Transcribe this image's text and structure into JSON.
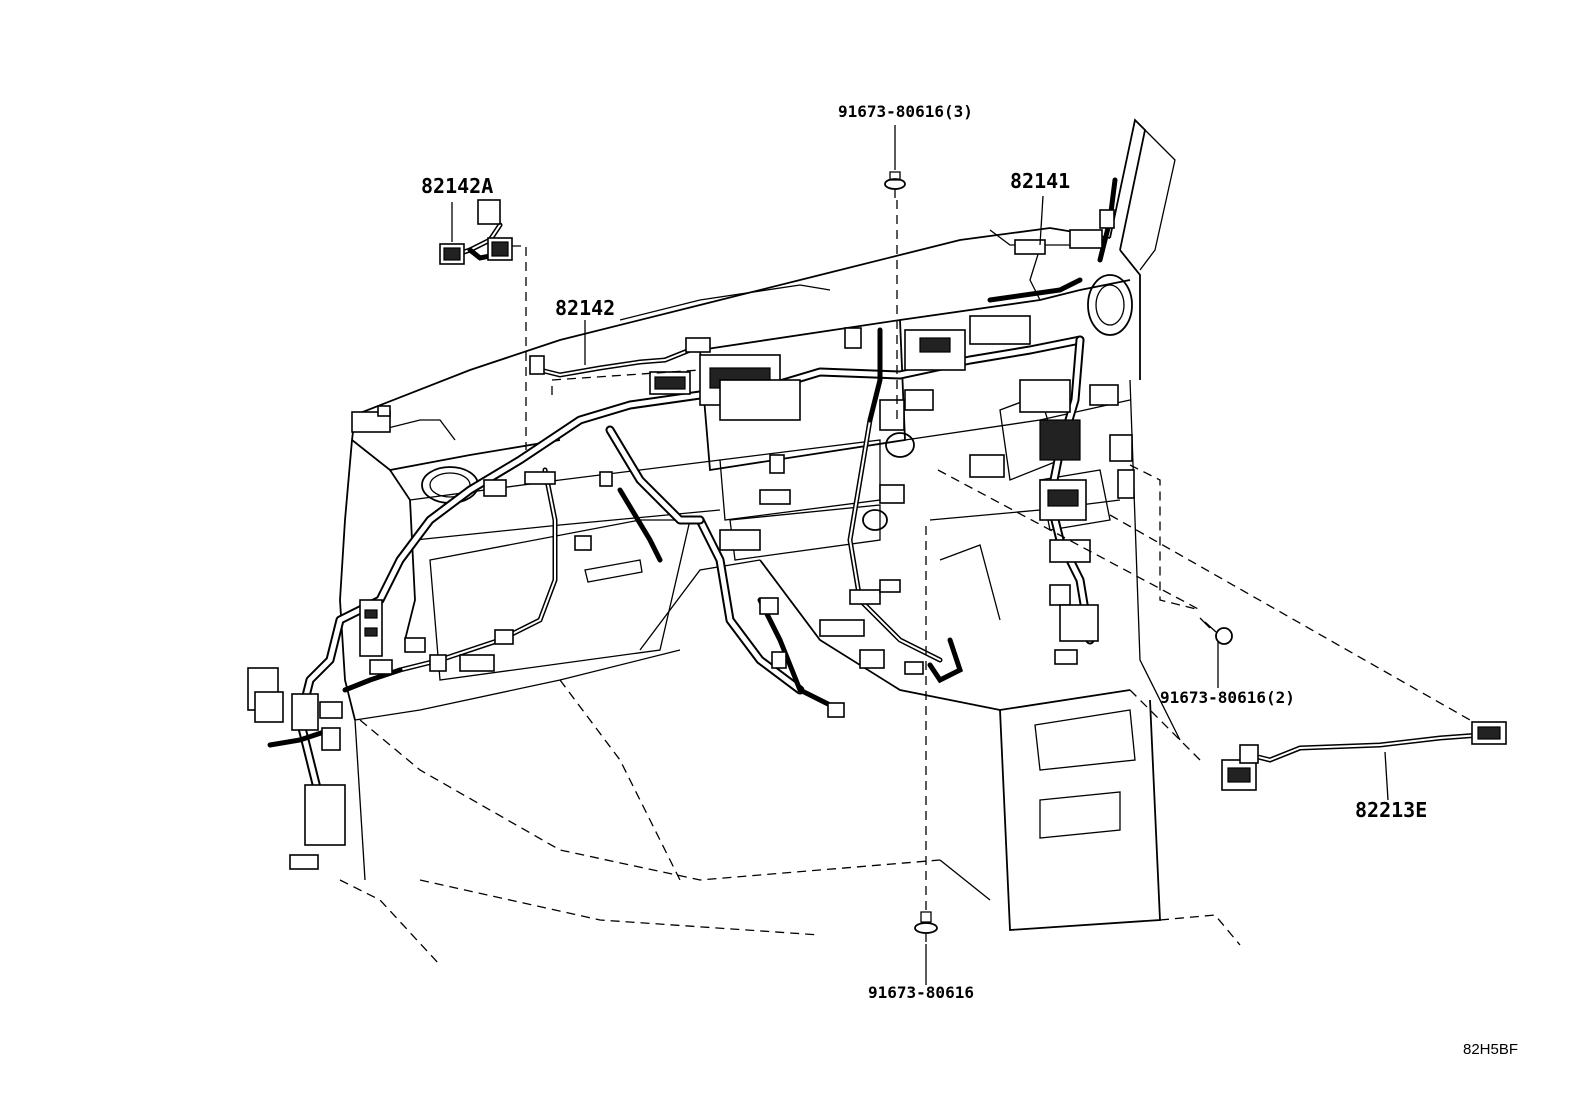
{
  "labels": {
    "harness_82142A": "82142A",
    "harness_82142": "82142",
    "harness_82141": "82141",
    "harness_82213E": "82213E",
    "clip_top": "91673-80616(3)",
    "clip_right": "91673-80616(2)",
    "clip_bottom": "91673-80616"
  },
  "diagram_code": "82H5BF"
}
